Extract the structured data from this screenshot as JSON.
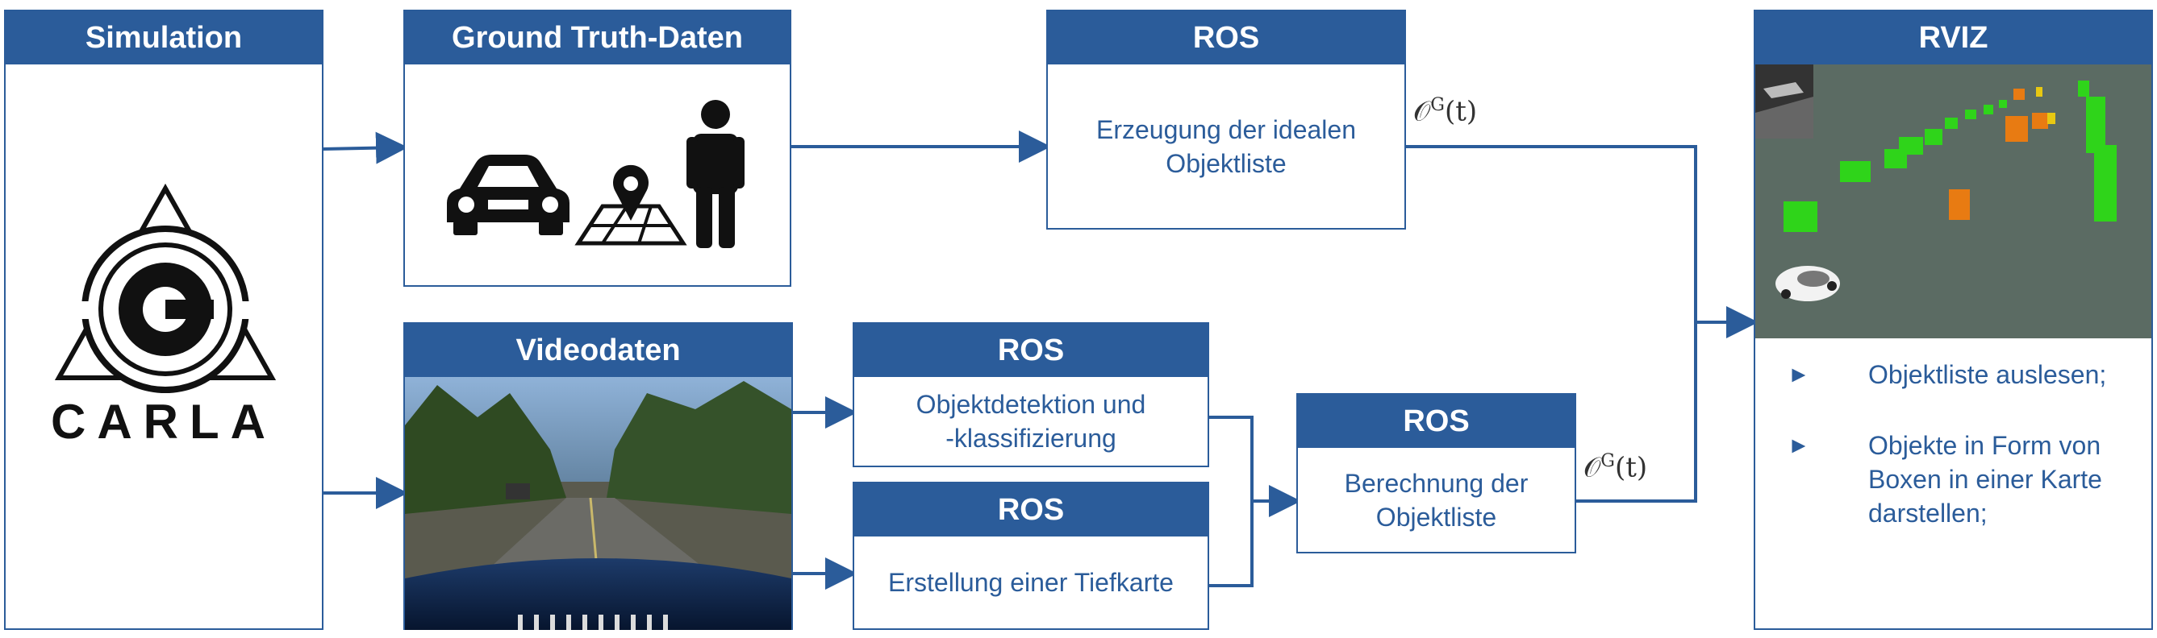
{
  "simulation": {
    "title": "Simulation",
    "logo_text": "CARLA"
  },
  "ground_truth": {
    "title": "Ground Truth-Daten",
    "icons": [
      "car-icon",
      "map-pin-icon",
      "person-icon"
    ]
  },
  "ros_ideal": {
    "title": "ROS",
    "line1": "Erzeugung der idealen",
    "line2": "Objektliste"
  },
  "videodaten": {
    "title": "Videodaten"
  },
  "ros_detect": {
    "title": "ROS",
    "line1": "Objektdetektion und",
    "line2": "-klassifizierung"
  },
  "ros_depth": {
    "title": "ROS",
    "line1": "Erstellung einer Tiefkarte"
  },
  "ros_calc": {
    "title": "ROS",
    "line1": "Berechnung der",
    "line2": "Objektliste"
  },
  "rviz": {
    "title": "RVIZ",
    "bullets": [
      {
        "lines": [
          "Objektliste auslesen;"
        ]
      },
      {
        "lines": [
          "Objekte in Form von",
          "Boxen in einer Karte",
          "darstellen;"
        ]
      }
    ]
  },
  "labels": {
    "og_top": "𝒪",
    "og_top_sup": "G",
    "og_top_arg": "(t)",
    "og_bottom": "𝒪",
    "og_bottom_sup": "G",
    "og_bottom_arg": "(t)"
  },
  "colors": {
    "accent": "#2b5c9a"
  }
}
